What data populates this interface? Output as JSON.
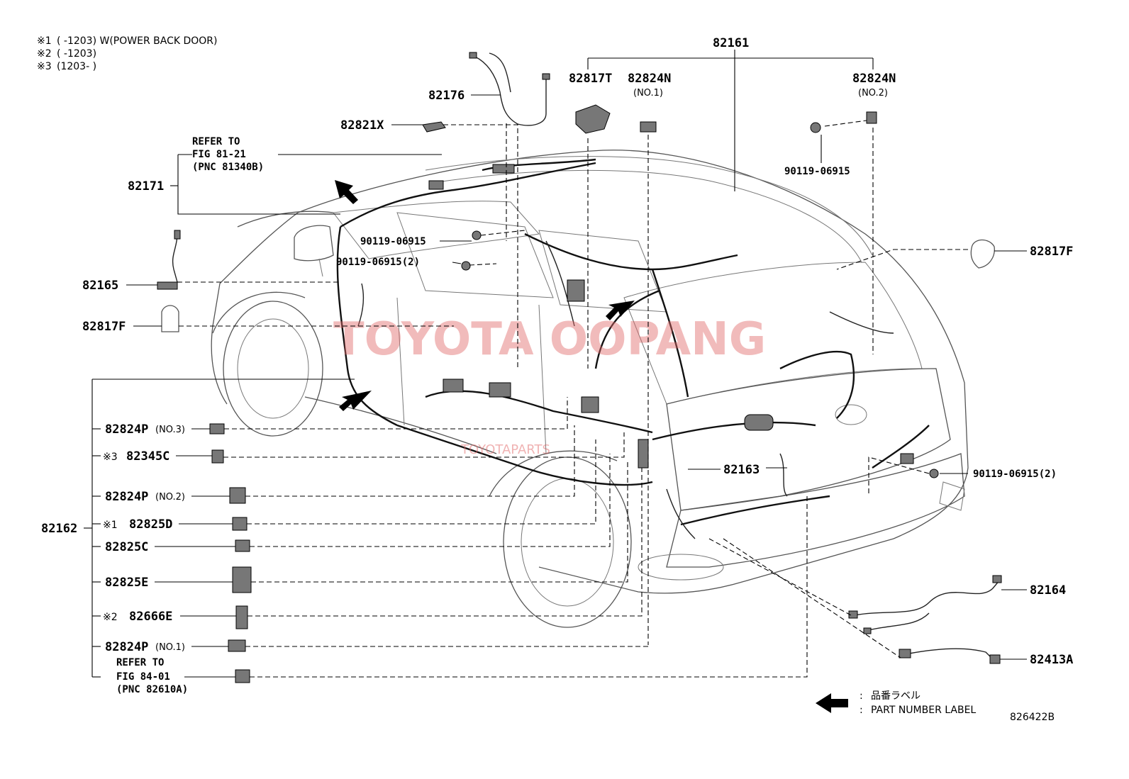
{
  "notes": [
    {
      "mark": "※1",
      "text": "(      -1203) W(POWER BACK DOOR)"
    },
    {
      "mark": "※2",
      "text": "(      -1203)"
    },
    {
      "mark": "※3",
      "text": "(1203-      )"
    }
  ],
  "parts": {
    "p82161": "82161",
    "p82817T": "82817T",
    "p82824N_1": "82824N",
    "p82824N_1_sub": "(NO.1)",
    "p82824N_2": "82824N",
    "p82824N_2_sub": "(NO.2)",
    "p90119_top": "90119-06915",
    "p82176": "82176",
    "p82821X": "82821X",
    "p82171": "82171",
    "p90119_a": "90119-06915",
    "p90119_b": "90119-06915(2)",
    "p82165": "82165",
    "p82817F_left": "82817F",
    "p82817F_right": "82817F",
    "p82162": "82162",
    "p82824P_3": "82824P",
    "p82824P_3_sub": "(NO.3)",
    "p82345C": "82345C",
    "p82824P_2": "82824P",
    "p82824P_2_sub": "(NO.2)",
    "p82825D": "82825D",
    "p82825C": "82825C",
    "p82825E": "82825E",
    "p82666E": "82666E",
    "p82824P_1": "82824P",
    "p82824P_1_sub": "(NO.1)",
    "p82163": "82163",
    "p90119_right": "90119-06915(2)",
    "p82164": "82164",
    "p82413A": "82413A"
  },
  "marks": {
    "m3": "※3",
    "m1": "※1",
    "m2": "※2"
  },
  "refer_top": [
    "REFER TO",
    "FIG 81-21",
    "(PNC 81340B)"
  ],
  "refer_bottom": [
    "REFER TO",
    "FIG 84-01",
    "(PNC 82610A)"
  ],
  "legend": {
    "jp": "品番ラベル",
    "en": "PART NUMBER LABEL"
  },
  "figure_id": "826422B",
  "watermark": {
    "main": "TOYOTA OOPANG",
    "sub": "TOYOTAPARTS"
  },
  "colors": {
    "watermark": "#e26a6a",
    "ink": "#000000",
    "car_outline": "#555555"
  }
}
